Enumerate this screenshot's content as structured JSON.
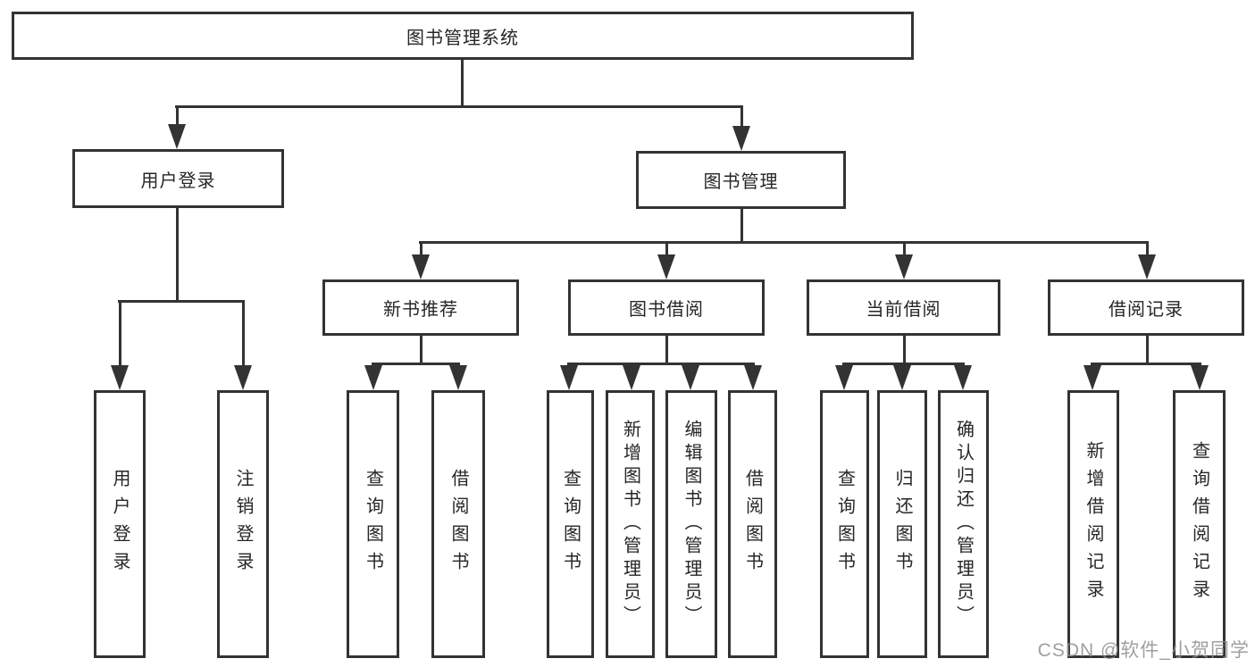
{
  "diagram": {
    "root": {
      "label": "图书管理系统"
    },
    "level2": [
      {
        "label": "用户登录",
        "children": [
          {
            "label": "用户登录"
          },
          {
            "label": "注销登录"
          }
        ]
      },
      {
        "label": "图书管理",
        "children": [
          {
            "label": "新书推荐",
            "children": [
              {
                "label": "查询图书"
              },
              {
                "label": "借阅图书"
              }
            ]
          },
          {
            "label": "图书借阅",
            "children": [
              {
                "label": "查询图书"
              },
              {
                "label": "新增图书（管理员）"
              },
              {
                "label": "编辑图书（管理员）"
              },
              {
                "label": "借阅图书"
              }
            ]
          },
          {
            "label": "当前借阅",
            "children": [
              {
                "label": "查询图书"
              },
              {
                "label": "归还图书"
              },
              {
                "label": "确认归还（管理员）"
              }
            ]
          },
          {
            "label": "借阅记录",
            "children": [
              {
                "label": "新增借阅记录"
              },
              {
                "label": "查询借阅记录"
              }
            ]
          }
        ]
      }
    ]
  },
  "watermark": {
    "text": "CSDN @软件_小贺同学"
  },
  "colors": {
    "line": "#333333",
    "text": "#262626",
    "watermark": "#8f8f8f",
    "background": "#ffffff"
  }
}
